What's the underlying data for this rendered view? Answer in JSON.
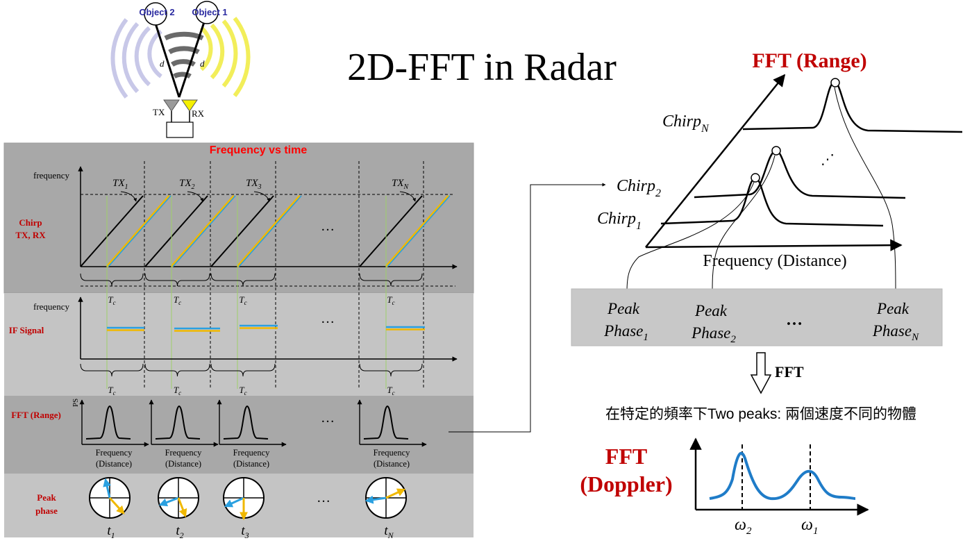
{
  "title": "2D-FFT in Radar",
  "colors": {
    "panel_light": "#c4c4c4",
    "panel_dark": "#a8a8a8",
    "red_label": "#c00000",
    "title_red": "#ff0000",
    "tx_line": "#000000",
    "rx_blue": "#2aa0e0",
    "rx_yellow": "#f0b800",
    "guide_green": "#9ecf6a",
    "doppler_blue": "#1f7cc8",
    "object_blue": "#2a2aa0"
  },
  "scene": {
    "object_left": "Object 2",
    "object_right": "Object 1",
    "distance_label": "d",
    "tx_label": "TX",
    "rx_label": "RX"
  },
  "left_panel": {
    "header": "Frequency vs time",
    "rows": [
      {
        "label_lines": [
          "Chirp",
          "TX, RX"
        ]
      },
      {
        "label_lines": [
          "IF Signal"
        ]
      },
      {
        "label_lines": [
          "FFT (Range)"
        ]
      },
      {
        "label_lines": [
          "Peak",
          "phase"
        ]
      }
    ],
    "freq_axis_label": "frequency",
    "tx_base": "TX",
    "tx_subs": [
      "1",
      "2",
      "3",
      "N"
    ],
    "tc_base": "T",
    "tc_sub": "c",
    "ellipsis": "…",
    "ps_label": "PS",
    "fft_xlabel_line1": "Frequency",
    "fft_xlabel_line2": "(Distance)",
    "t_base": "t",
    "t_subs": [
      "1",
      "2",
      "3",
      "N"
    ]
  },
  "right_panel": {
    "fft_range_title": "FFT (Range)",
    "chirp_base": "Chirp",
    "chirp_subs": [
      "N",
      "2",
      "1"
    ],
    "dots": "⋰",
    "x_axis_label": "Frequency (Distance)",
    "peak_base": "Peak",
    "phase_base": "Phase",
    "phase_subs": [
      "1",
      "2",
      "N"
    ],
    "phase_ellipsis": "…",
    "fft_arrow_label": "FFT",
    "caption": "在特定的頻率下Two peaks: 兩個速度不同的物體",
    "doppler_title_line1": "FFT",
    "doppler_title_line2": "(Doppler)",
    "omega_base": "ω",
    "omega_subs": [
      "2",
      "1"
    ]
  }
}
